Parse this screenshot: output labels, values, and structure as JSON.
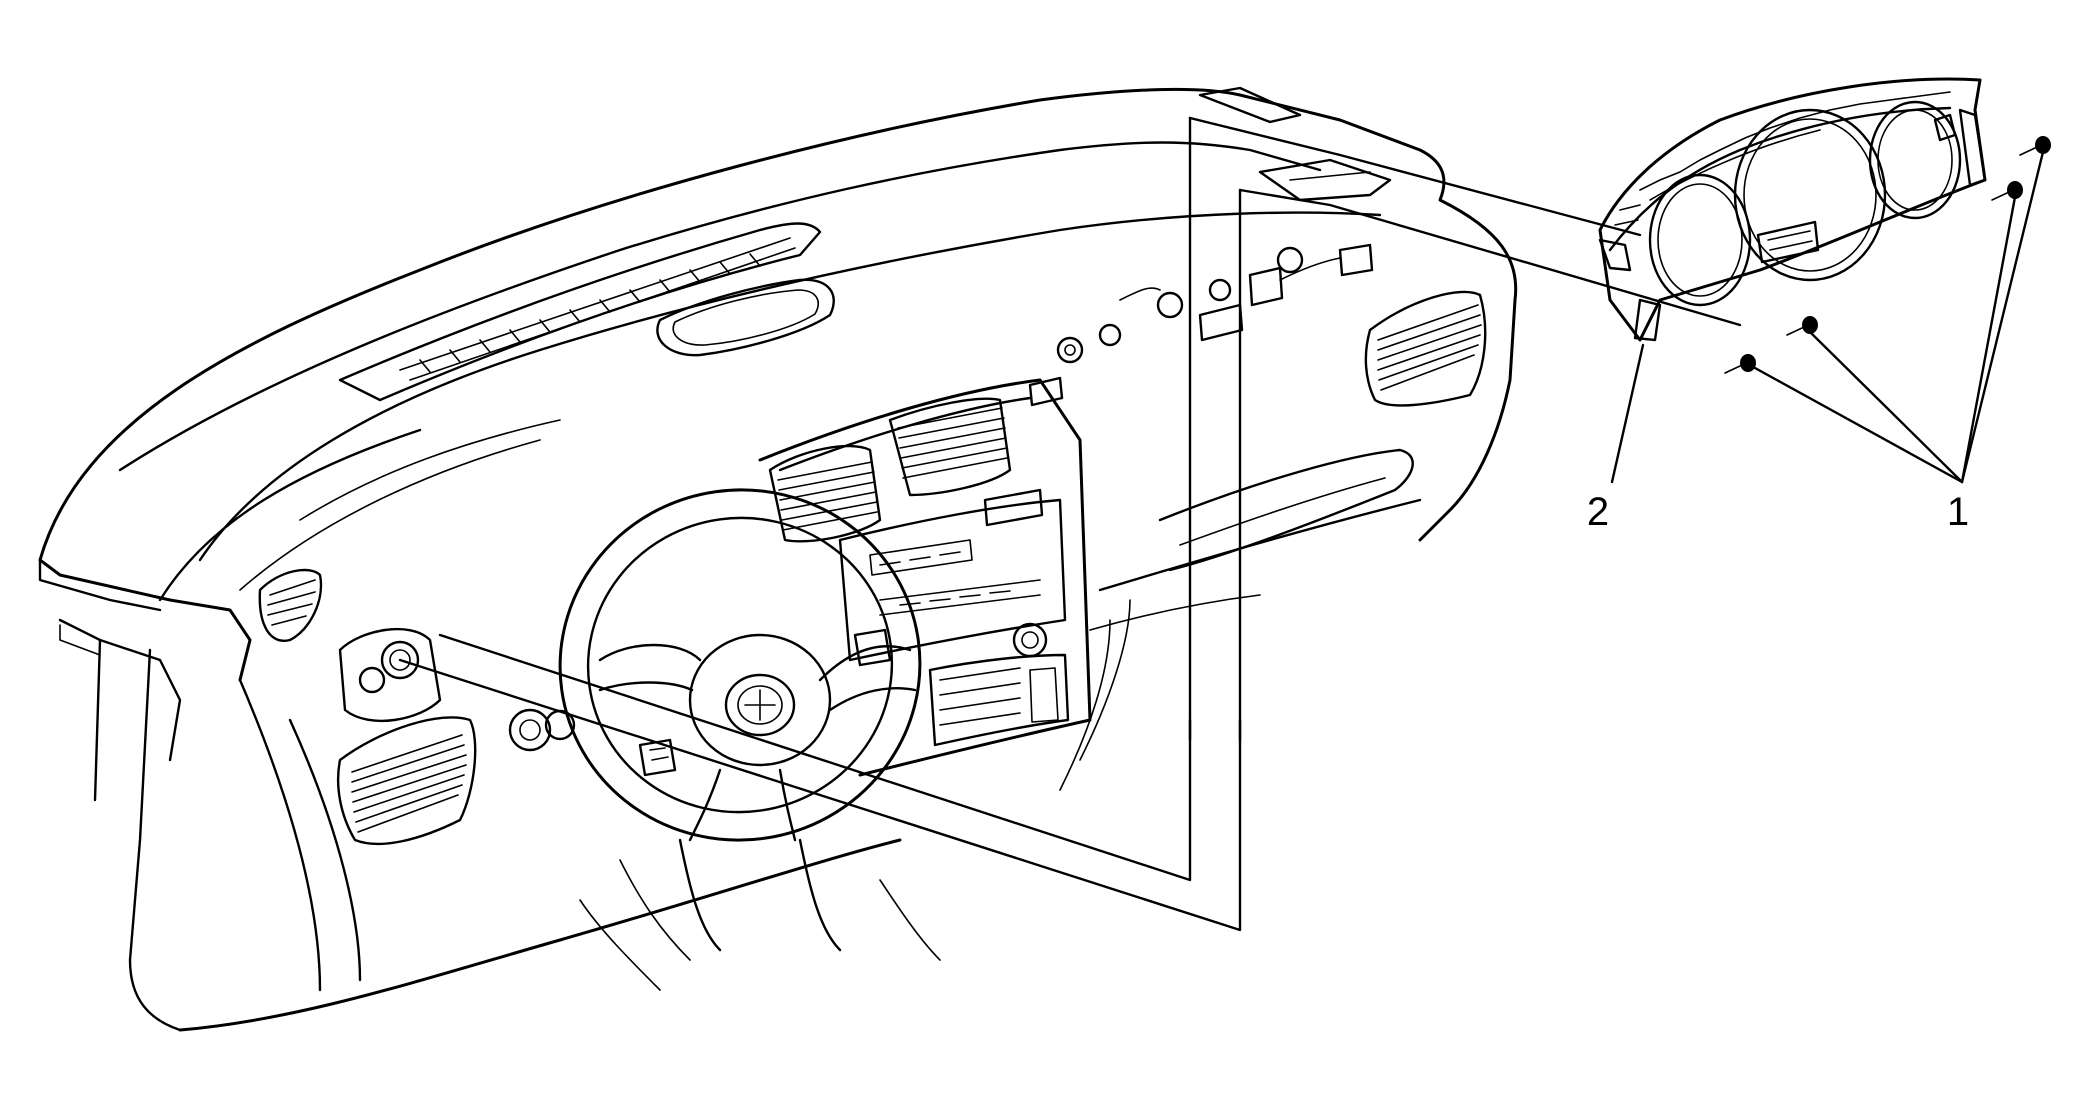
{
  "callouts": [
    {
      "id": "1",
      "label": "1"
    },
    {
      "id": "2",
      "label": "2"
    }
  ],
  "colors": {
    "line": "#000000",
    "background": "#ffffff"
  },
  "icons": [
    "screw-icon",
    "steering-wheel-icon",
    "air-vent-icon"
  ]
}
